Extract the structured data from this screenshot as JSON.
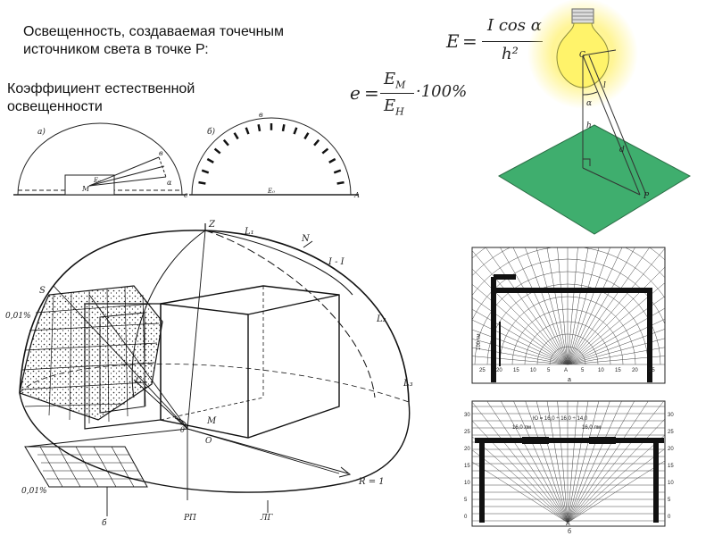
{
  "texts": {
    "heading_point_source": "Освещенность, создаваемая точечным источником света в точке Р:",
    "heading_daylight_factor": "Коэффициент естественной освещенности"
  },
  "formulas": {
    "illuminance": {
      "lhs": "E",
      "eq": "=",
      "num": "I cos α",
      "den": "h²"
    },
    "daylight_factor": {
      "lhs": "e",
      "eq": "=",
      "num": "E",
      "num_sub": "M",
      "den": "E",
      "den_sub": "H",
      "tail": "·100%"
    }
  },
  "lamp_diagram": {
    "labels": {
      "source": "C",
      "angle": "α",
      "distance": "l",
      "height": "h",
      "d": "d",
      "point": "P"
    },
    "colors": {
      "plane": "#3fae6e",
      "glow": "#fff27a"
    }
  },
  "small_diagrams": {
    "a": {
      "label": "а)",
      "letters": [
        "в",
        "α",
        "M",
        "E₀"
      ]
    },
    "b": {
      "label": "б)",
      "letters": [
        "в",
        "с",
        "Е₀",
        "А"
      ]
    }
  },
  "hemisphere": {
    "labels": {
      "zenith": "Z",
      "l1": "L₁",
      "n": "N",
      "section": "I - I",
      "l2": "L₂",
      "l3": "L₃",
      "s": "S",
      "pct_top": "0,01%",
      "pct_bottom": "0,01%",
      "c": "C",
      "m": "M",
      "o": "O",
      "theta": "θ",
      "radius": "R = 1",
      "rp": "РП",
      "lg": "ЛГ",
      "bottom": "б"
    }
  },
  "grid_top": {
    "ticks": [
      "25",
      "20",
      "15",
      "10",
      "5",
      "A",
      "5",
      "10",
      "15",
      "20",
      "25"
    ],
    "vertical_label": "100 тм",
    "caption": "а"
  },
  "grid_bottom": {
    "ticks_left": [
      "30",
      "25",
      "20",
      "15",
      "10",
      "5",
      "0"
    ],
    "ticks_right": [
      "30",
      "25",
      "20",
      "15",
      "10",
      "5",
      "0"
    ],
    "bottom_tick": "A",
    "annotations": [
      "Ю = 16,0 ÷ 16,0 ÷ 14,0",
      "16,0 лм",
      "16,0 лм"
    ],
    "caption": "б"
  }
}
